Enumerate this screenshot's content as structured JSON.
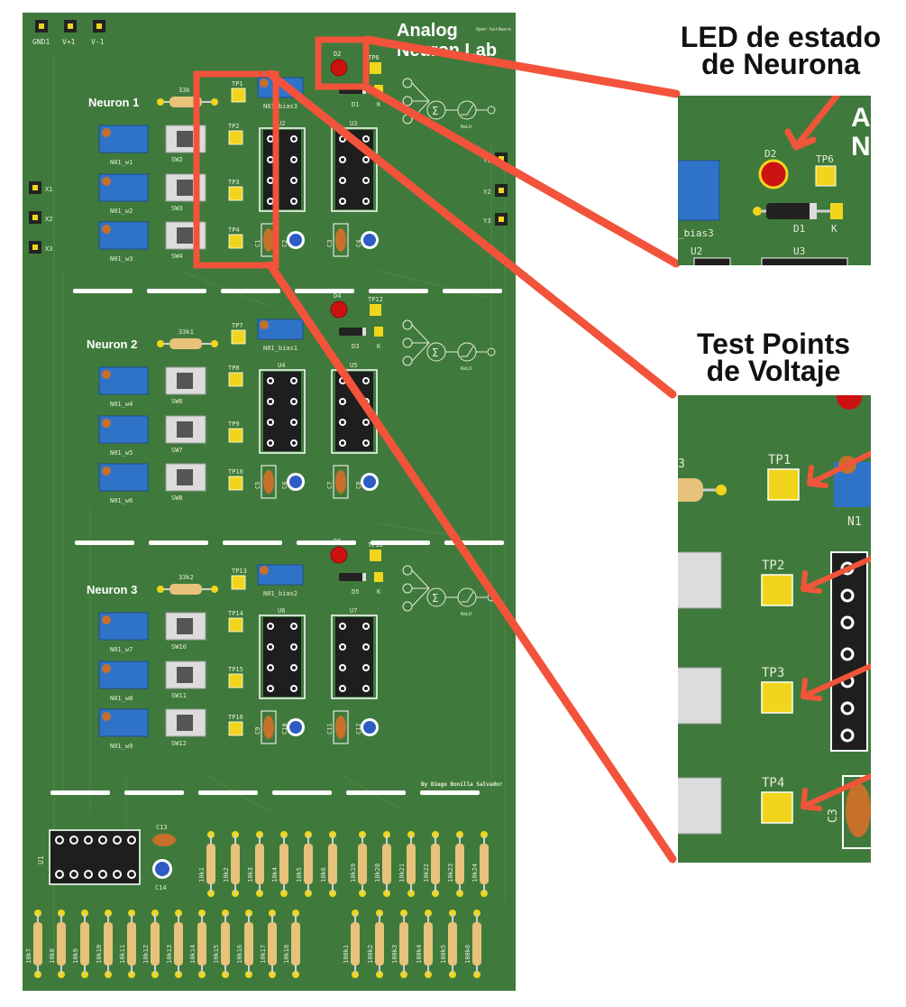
{
  "board": {
    "title_line1": "Analog",
    "title_line2": "Neuron Lab",
    "title_small": "Open hardware",
    "credit": "By Diego Bonilla Salvador",
    "power_labels": [
      "GND1",
      "V+1",
      "V-1"
    ],
    "left_inputs": [
      "X1",
      "X2",
      "X3"
    ],
    "right_outputs": [
      "Y1",
      "Y2",
      "Y3"
    ],
    "neurons": [
      {
        "title": "Neuron 1",
        "bias_res": "33k",
        "bias_pot": "N01_bias3",
        "led": "D2",
        "tp_led": "TP6",
        "diode": "D1",
        "k": "K",
        "u_a": "U2",
        "u_b": "U3",
        "caps": [
          "C1",
          "C2",
          "C3",
          "C4"
        ],
        "pots": [
          "N01_w1",
          "N01_w2",
          "N01_w3"
        ],
        "switches": [
          "SW2",
          "SW3",
          "SW4"
        ],
        "tps": [
          "TP1",
          "TP2",
          "TP3",
          "TP4"
        ],
        "func": "ReLU"
      },
      {
        "title": "Neuron 2",
        "bias_res": "33k1",
        "bias_pot": "N01_bias1",
        "led": "D4",
        "tp_led": "TP12",
        "diode": "D3",
        "k": "K",
        "u_a": "U4",
        "u_b": "U5",
        "caps": [
          "C5",
          "C6",
          "C7",
          "C8"
        ],
        "pots": [
          "N01_w4",
          "N01_w5",
          "N01_w6"
        ],
        "switches": [
          "SW6",
          "SW7",
          "SW8"
        ],
        "tps": [
          "TP7",
          "TP8",
          "TP9",
          "TP10"
        ],
        "func": "ReLU"
      },
      {
        "title": "Neuron 3",
        "bias_res": "33k2",
        "bias_pot": "N01_bias2",
        "led": "D6",
        "tp_led": "TP18",
        "diode": "D5",
        "k": "K",
        "u_a": "U6",
        "u_b": "U7",
        "caps": [
          "C9",
          "C10",
          "C11",
          "C12"
        ],
        "pots": [
          "N01_w7",
          "N01_w8",
          "N01_w9"
        ],
        "switches": [
          "SW10",
          "SW11",
          "SW12"
        ],
        "tps": [
          "TP13",
          "TP14",
          "TP15",
          "TP16"
        ],
        "func": "ReLU"
      }
    ],
    "bottom": {
      "u1": "U1",
      "c13": "C13",
      "c14": "C14",
      "row1": [
        "10k1",
        "10k2",
        "10k3",
        "10k4",
        "10k5",
        "10k6",
        "10k19",
        "10k20",
        "10k21",
        "10k22",
        "10k23",
        "10k24"
      ],
      "row2a": [
        "10k7",
        "10k8",
        "10k9",
        "10k10",
        "10k11",
        "10k12",
        "10k13",
        "10k14",
        "10k15",
        "10k16",
        "10k17",
        "10k18"
      ],
      "row2b": [
        "100k1",
        "100k2",
        "100k3",
        "100k4",
        "100k5",
        "100k6"
      ]
    }
  },
  "callouts": {
    "led": {
      "title_line1": "LED de estado",
      "title_line2": "de Neurona",
      "zoom": {
        "title_a": "A",
        "title_b": "N",
        "led": "D2",
        "tp": "TP6",
        "diode": "D1",
        "k": "K",
        "pot": "_bias3",
        "u_a": "U2",
        "u_b": "U3"
      }
    },
    "tp": {
      "title_line1": "Test Points",
      "title_line2": "de Voltaje",
      "zoom": {
        "tps": [
          "TP1",
          "TP2",
          "TP3",
          "TP4"
        ],
        "res": "3",
        "pot": "N1",
        "cap": "C3"
      }
    }
  },
  "colors": {
    "pcb": "#3f7a3c",
    "pad_yellow": "#f1d51c",
    "pot_blue": "#2f73c9",
    "led_red": "#cc1111",
    "highlight": "#f2533a",
    "arrow": "#f0553a"
  }
}
